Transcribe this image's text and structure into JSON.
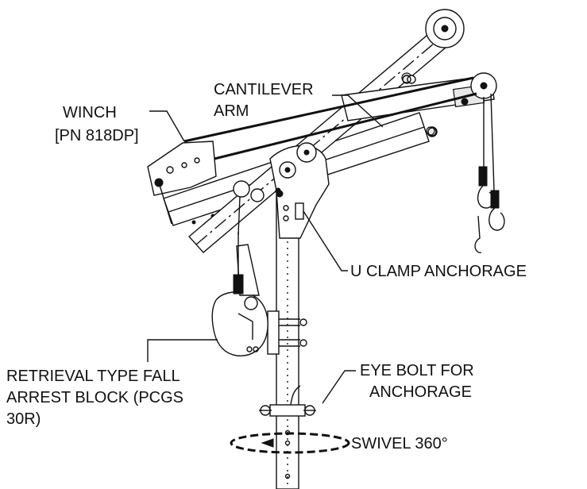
{
  "labels": {
    "winch_line1": "WINCH",
    "winch_line2": "[PN 818DP]",
    "cantilever_line1": "CANTILEVER",
    "cantilever_line2": "ARM",
    "u_clamp": "U CLAMP ANCHORAGE",
    "block_line1": "RETRIEVAL TYPE FALL",
    "block_line2": "ARREST BLOCK (PCGS",
    "block_line3": "30R)",
    "eyebolt_line1": "EYE BOLT FOR",
    "eyebolt_line2": "ANCHORAGE",
    "swivel": "SWIVEL 360°"
  },
  "colors": {
    "line": "#111111",
    "background": "#ffffff",
    "accent_red": "#c0392b"
  }
}
